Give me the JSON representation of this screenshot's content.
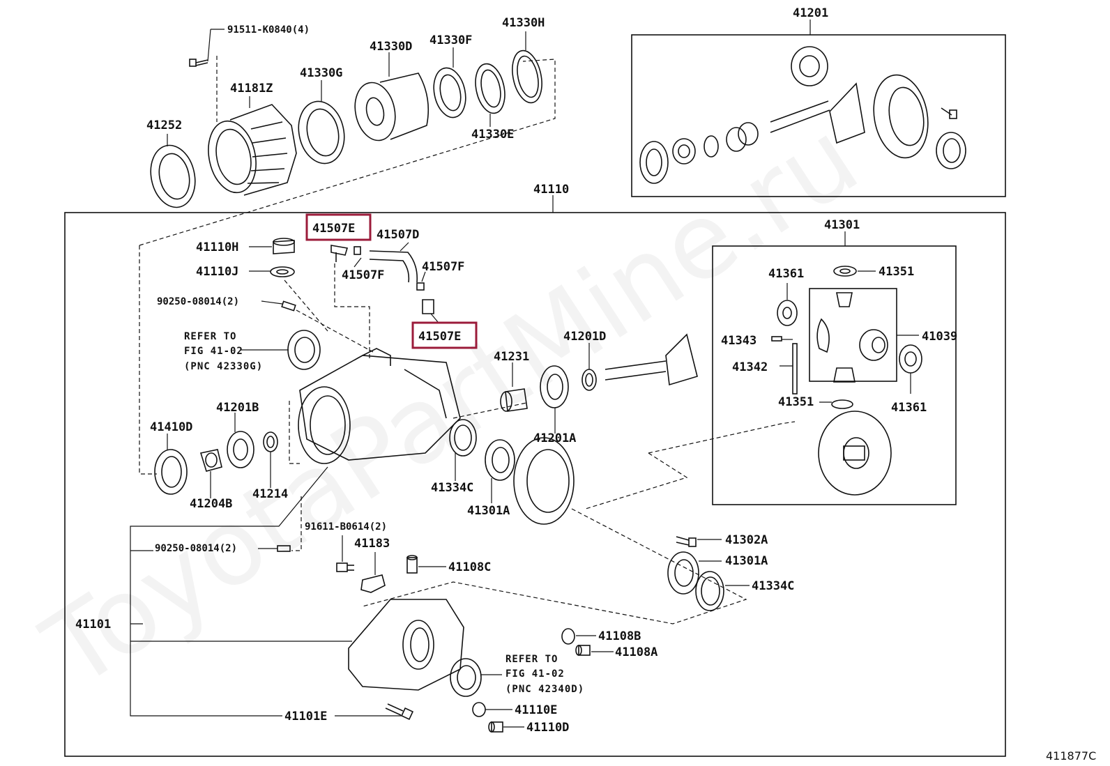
{
  "diagram_id": "411877C",
  "watermark": "ToyotaPartMine.ru",
  "refer_notes": {
    "top": [
      "REFER TO",
      "FIG 41-02",
      "(PNC 42330G)"
    ],
    "bottom": [
      "REFER TO",
      "FIG 41-02",
      "(PNC 42340D)"
    ]
  },
  "parts": {
    "p91511": "91511-K0840(4)",
    "p41181Z": "41181Z",
    "p41330G": "41330G",
    "p41330D": "41330D",
    "p41330F": "41330F",
    "p41330H": "41330H",
    "p41330E": "41330E",
    "p41252": "41252",
    "p41201": "41201",
    "p41110": "41110",
    "p41507E_a": "41507E",
    "p41507D": "41507D",
    "p41110H": "41110H",
    "p41110J": "41110J",
    "p41507F_a": "41507F",
    "p41507F_b": "41507F",
    "p41507E_b": "41507E",
    "p90250_a": "90250-08014(2)",
    "p41301": "41301",
    "p41361_a": "41361",
    "p41351_a": "41351",
    "p41343": "41343",
    "p41039": "41039",
    "p41342": "41342",
    "p41351_b": "41351",
    "p41361_b": "41361",
    "p41231": "41231",
    "p41201D": "41201D",
    "p41201B": "41201B",
    "p41410D": "41410D",
    "p41201A": "41201A",
    "p41214": "41214",
    "p41204B": "41204B",
    "p41334C_a": "41334C",
    "p41301A_a": "41301A",
    "p91611": "91611-B0614(2)",
    "p90250_b": "90250-08014(2)",
    "p41183": "41183",
    "p41108C": "41108C",
    "p41302A": "41302A",
    "p41301A_b": "41301A",
    "p41334C_b": "41334C",
    "p41101": "41101",
    "p41108B": "41108B",
    "p41108A": "41108A",
    "p41101E": "41101E",
    "p41110E": "41110E",
    "p41110D": "41110D"
  },
  "highlight_color": "#9b1b3a"
}
